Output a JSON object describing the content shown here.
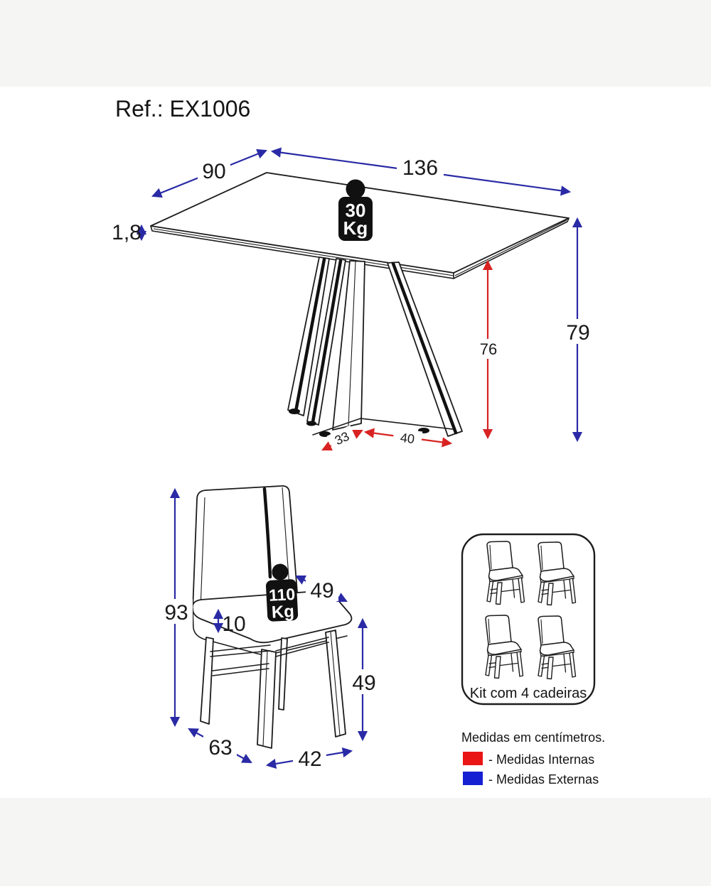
{
  "title": "Ref.: EX1006",
  "table": {
    "weight": {
      "value": "30",
      "unit": "Kg"
    },
    "dims": {
      "length": "136",
      "depth": "90",
      "top_thickness": "1,8",
      "height": "79",
      "underside_height": "76",
      "base_front": "33",
      "base_side": "40"
    }
  },
  "chair": {
    "weight": {
      "value": "110",
      "unit": "Kg"
    },
    "dims": {
      "height": "93",
      "back_width": "49",
      "cushion_thickness": "10",
      "seat_height": "49",
      "depth": "63",
      "width": "42"
    }
  },
  "kit": {
    "label": "Kit com 4 cadeiras"
  },
  "legend": {
    "title": "Medidas em centímetros.",
    "internal": "- Medidas Internas",
    "external": "- Medidas Externas"
  },
  "colors": {
    "external_measure_blue": "#2a2aa6",
    "internal_measure_red": "#d92323",
    "legend_red": "#ea1515",
    "legend_blue": "#1520d2",
    "line_black": "#1c1c1c",
    "background_gray": "#f5f5f4"
  }
}
